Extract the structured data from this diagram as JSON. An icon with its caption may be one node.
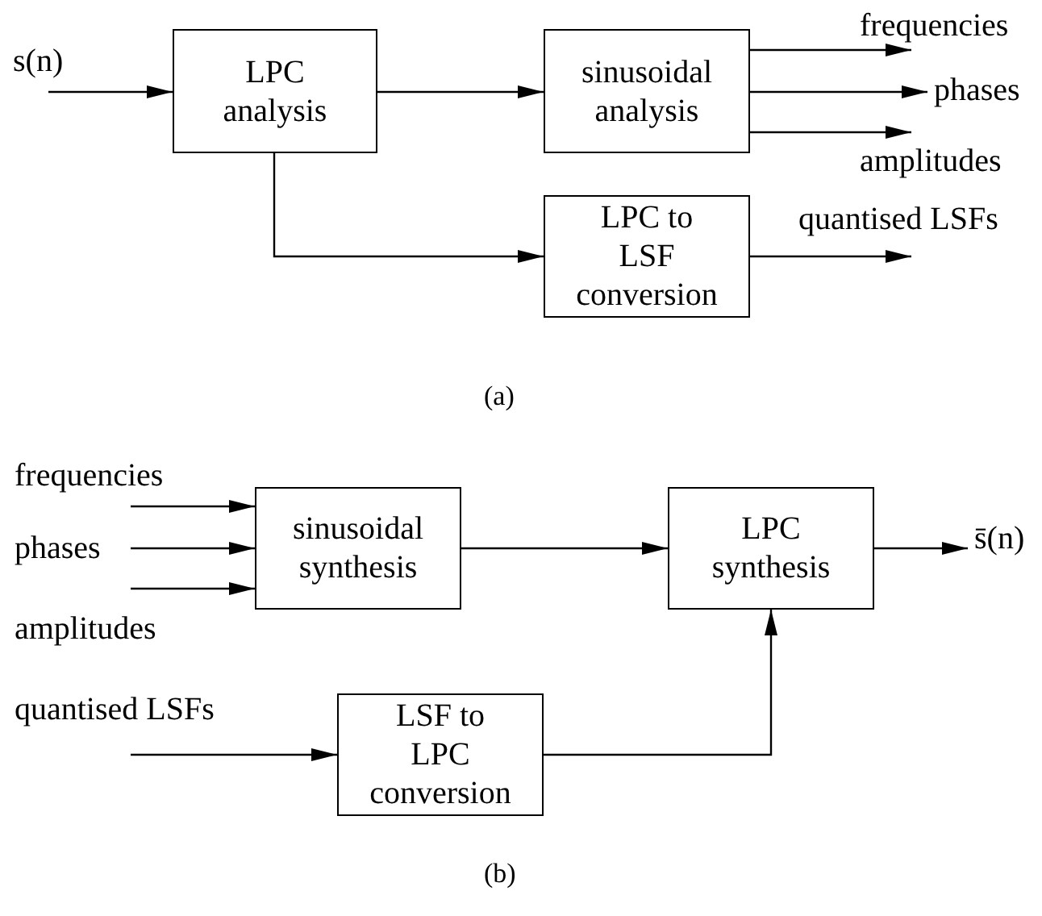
{
  "diagram": {
    "nodes": [
      {
        "text": [
          "s(n)"
        ]
      },
      {
        "text": [
          "LPC analysis"
        ]
      },
      {
        "text": [
          "sinusoidal analysis"
        ]
      },
      {
        "text": [
          "LPC to LSF conversion"
        ]
      },
      {
        "text": [
          "frequencies"
        ]
      },
      {
        "text": [
          "phases"
        ]
      },
      {
        "text": [
          "amplitudes"
        ]
      },
      {
        "text": [
          "quantised LSFs"
        ]
      },
      {
        "text": [
          "frequencies"
        ]
      },
      {
        "text": [
          "phases"
        ]
      },
      {
        "text": [
          "amplitudes"
        ]
      },
      {
        "text": [
          "quantised LSFs"
        ]
      },
      {
        "text": [
          "sinusoidal synthesis"
        ]
      },
      {
        "text": [
          "LPC synthesis"
        ]
      },
      {
        "text": [
          "LSF to LPC conversion"
        ]
      },
      {
        "text": [
          "s̄(n)"
        ]
      }
    ],
    "edges": [
      {
        "from": 0,
        "to": 1,
        "arrow": "to"
      },
      {
        "from": 1,
        "to": 2,
        "arrow": "to"
      },
      {
        "from": 1,
        "to": 3,
        "arrow": "to"
      },
      {
        "from": 2,
        "to": 4,
        "arrow": "to"
      },
      {
        "from": 2,
        "to": 5,
        "arrow": "to"
      },
      {
        "from": 2,
        "to": 6,
        "arrow": "to"
      },
      {
        "from": 3,
        "to": 7,
        "arrow": "to"
      },
      {
        "from": 8,
        "to": 12,
        "arrow": "to"
      },
      {
        "from": 9,
        "to": 12,
        "arrow": "to"
      },
      {
        "from": 10,
        "to": 12,
        "arrow": "to"
      },
      {
        "from": 11,
        "to": 14,
        "arrow": "to"
      },
      {
        "from": 12,
        "to": 13,
        "arrow": "to"
      },
      {
        "from": 14,
        "to": 13,
        "arrow": "to"
      },
      {
        "from": 13,
        "to": 15,
        "arrow": "to"
      }
    ],
    "labels": [
      "(a)",
      "(b)"
    ]
  }
}
